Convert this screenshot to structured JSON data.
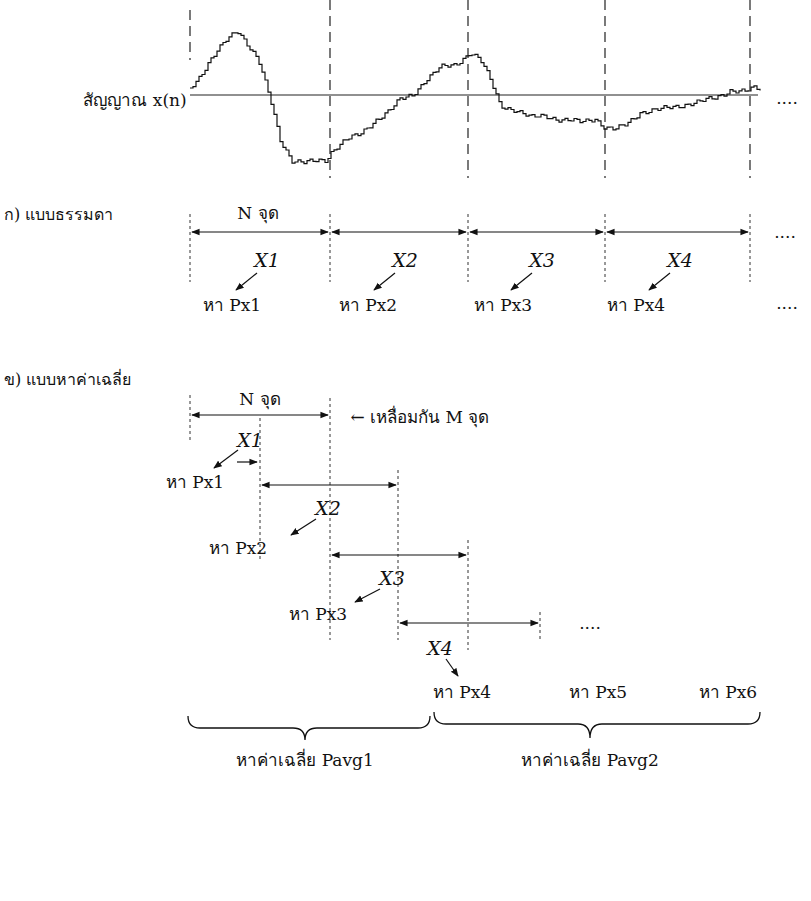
{
  "diagram": {
    "labels": [
      "สัญญาณ x(n)",
      "....",
      "ก) แบบธรรมดา",
      "N จุด",
      "....",
      "X1",
      "X2",
      "X3",
      "X4",
      "หา Px1",
      "หา Px2",
      "หา Px3",
      "หา Px4",
      "....",
      "ข) แบบหาค่าเฉลี่ย",
      "N จุด",
      "X1",
      "← เหลื่อมกัน M จุด",
      "หา Px1",
      "X2",
      "หา Px2",
      "X3",
      "หา Px3",
      "....",
      "X4",
      "หาค่าเฉลี่ย Pavg1",
      "หา Px4",
      "หา Px5",
      "หา Px6",
      "หาค่าเฉลี่ย Pavg2"
    ]
  }
}
